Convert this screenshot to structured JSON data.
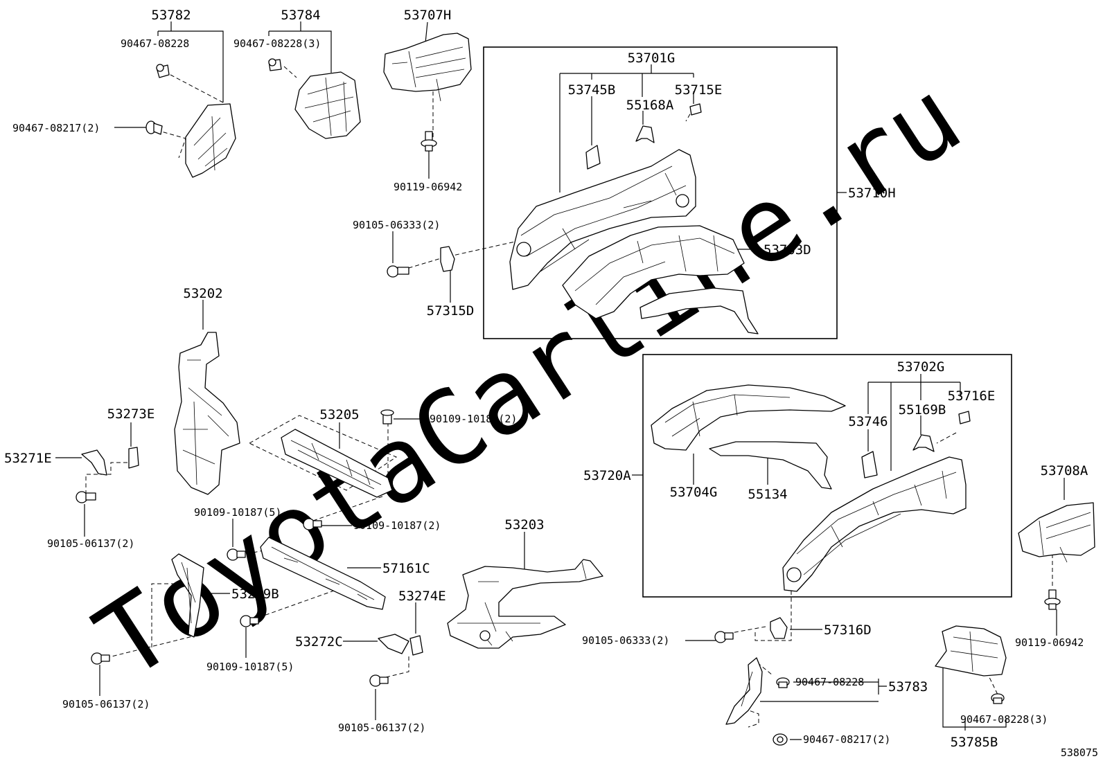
{
  "watermark": "ToyotaCarline.ru",
  "diagram_id": "538075",
  "labels": {
    "l53782": "53782",
    "l53784": "53784",
    "l53707H": "53707H",
    "l90467_08228_a": "90467-08228",
    "l90467_08228_3a": "90467-08228(3)",
    "l90467_08217_2a": "90467-08217(2)",
    "l90119_06942_a": "90119-06942",
    "l53701G": "53701G",
    "l53745B": "53745B",
    "l55168A": "55168A",
    "l53715E": "53715E",
    "l53710H": "53710H",
    "l90105_06333_2a": "90105-06333(2)",
    "l53703D": "53703D",
    "l57315D": "57315D",
    "l53202": "53202",
    "l53273E": "53273E",
    "l53271E": "53271E",
    "l53205": "53205",
    "l90109_10187_2a": "90109-10187(2)",
    "l90109_10187_2b": "90109-10187(2)",
    "l90105_06137_2a": "90105-06137(2)",
    "l90109_10187_5a": "90109-10187(5)",
    "l57161C": "57161C",
    "l53209B": "53209B",
    "l53274E": "53274E",
    "l53272C": "53272C",
    "l90109_10187_5b": "90109-10187(5)",
    "l90105_06137_2b": "90105-06137(2)",
    "l90105_06137_2c": "90105-06137(2)",
    "l53203": "53203",
    "l53702G": "53702G",
    "l53716E": "53716E",
    "l53746": "53746",
    "l55169B": "55169B",
    "l53720A": "53720A",
    "l53704G": "53704G",
    "l55134": "55134",
    "l53708A": "53708A",
    "l90105_06333_2b": "90105-06333(2)",
    "l57316D": "57316D",
    "l90119_06942_b": "90119-06942",
    "l90467_08228_b": "90467-08228",
    "l53783": "53783",
    "l90467_08228_3b": "90467-08228(3)",
    "l90467_08217_2b": "90467-08217(2)",
    "l53785B": "53785B"
  }
}
